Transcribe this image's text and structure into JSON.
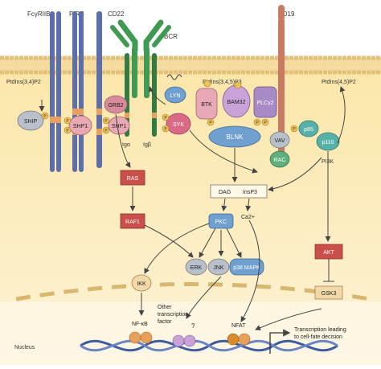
{
  "labels": {
    "fcgr2b": "FcγRIIB",
    "pirb": "PIRB",
    "cd22": "CD22",
    "bcr": "BCR",
    "cd19": "CD19",
    "ptdins_left": "PtdIns(3,4)P2",
    "ptdins_mid": "PtdIns(3,4,5)P3",
    "ptdins_right": "PtdIns(4,5)P2",
    "ship": "SHIP",
    "shp1_a": "SHP1",
    "shp1_b": "SHP1",
    "grb2": "GRB2",
    "lyn": "LYN",
    "syk": "SYK",
    "btk": "BTK",
    "bam32": "BAM32",
    "plcg2": "PLCγ2",
    "blnk": "BLNK",
    "vav": "VAV",
    "rac": "RAC",
    "p85": "p85",
    "p110": "p110",
    "pi3k": "PI3K",
    "iga": "Igα",
    "igb": "Igβ",
    "ras": "RAS",
    "raf1": "RAF1",
    "dag": "DAG",
    "insp3": "InsP3",
    "pkc": "PKC",
    "ca": "Ca2+",
    "erk": "ERK",
    "jnk": "JNK",
    "p38": "p38 MAPK",
    "ikk": "IKK",
    "akt": "AKT",
    "gsk3": "GSK3",
    "nfkb": "NF-κB",
    "other_tf_1": "Other",
    "other_tf_2": "transcription",
    "other_tf_3": "factor",
    "question": "?",
    "nfat": "NFAT",
    "transcription_1": "Transcription leading",
    "transcription_2": "to cell-fate decision",
    "nucleus": "Nucleus",
    "p": "P"
  },
  "colors": {
    "cytoplasm": "#fbe8b2",
    "membrane_bead": "#e9c87e",
    "membrane_tail": "#f4dba0",
    "receptor_blue": "#5d6fa8",
    "bcr_green": "#3f9b54",
    "cd19_salmon": "#c97a63",
    "kinase_pink": "#d98a9b",
    "pink_light": "#e8a9b4",
    "purple": "#a88ac7",
    "blue_protein": "#6fa0cf",
    "green_protein": "#5fae7c",
    "teal_protein": "#58b1a8",
    "grey_protein": "#b8c0cc",
    "red_box": "#c9504a",
    "phospho": "#f0c35a",
    "dna_blue": "#3e5c9e",
    "tf_orange": "#e8a05a"
  }
}
